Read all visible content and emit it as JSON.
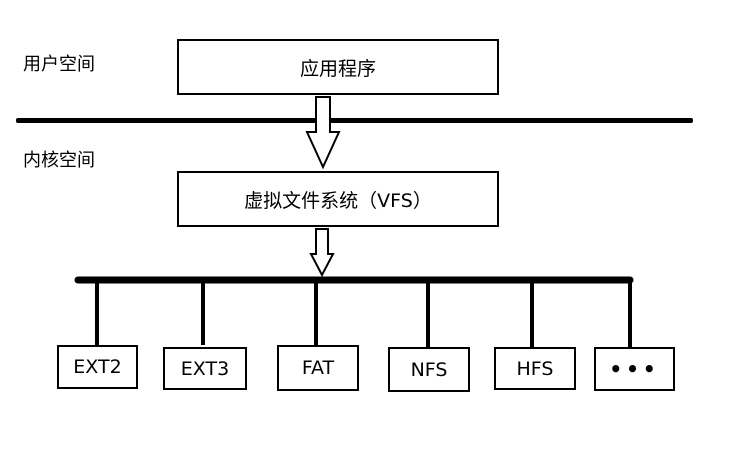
{
  "zones": {
    "user_space": "用户空间",
    "kernel_space": "内核空间"
  },
  "boxes": {
    "application": "应用程序",
    "vfs": "虚拟文件系统（VFS）"
  },
  "filesystems": [
    "EXT2",
    "EXT3",
    "FAT",
    "NFS",
    "HFS",
    "•••"
  ]
}
